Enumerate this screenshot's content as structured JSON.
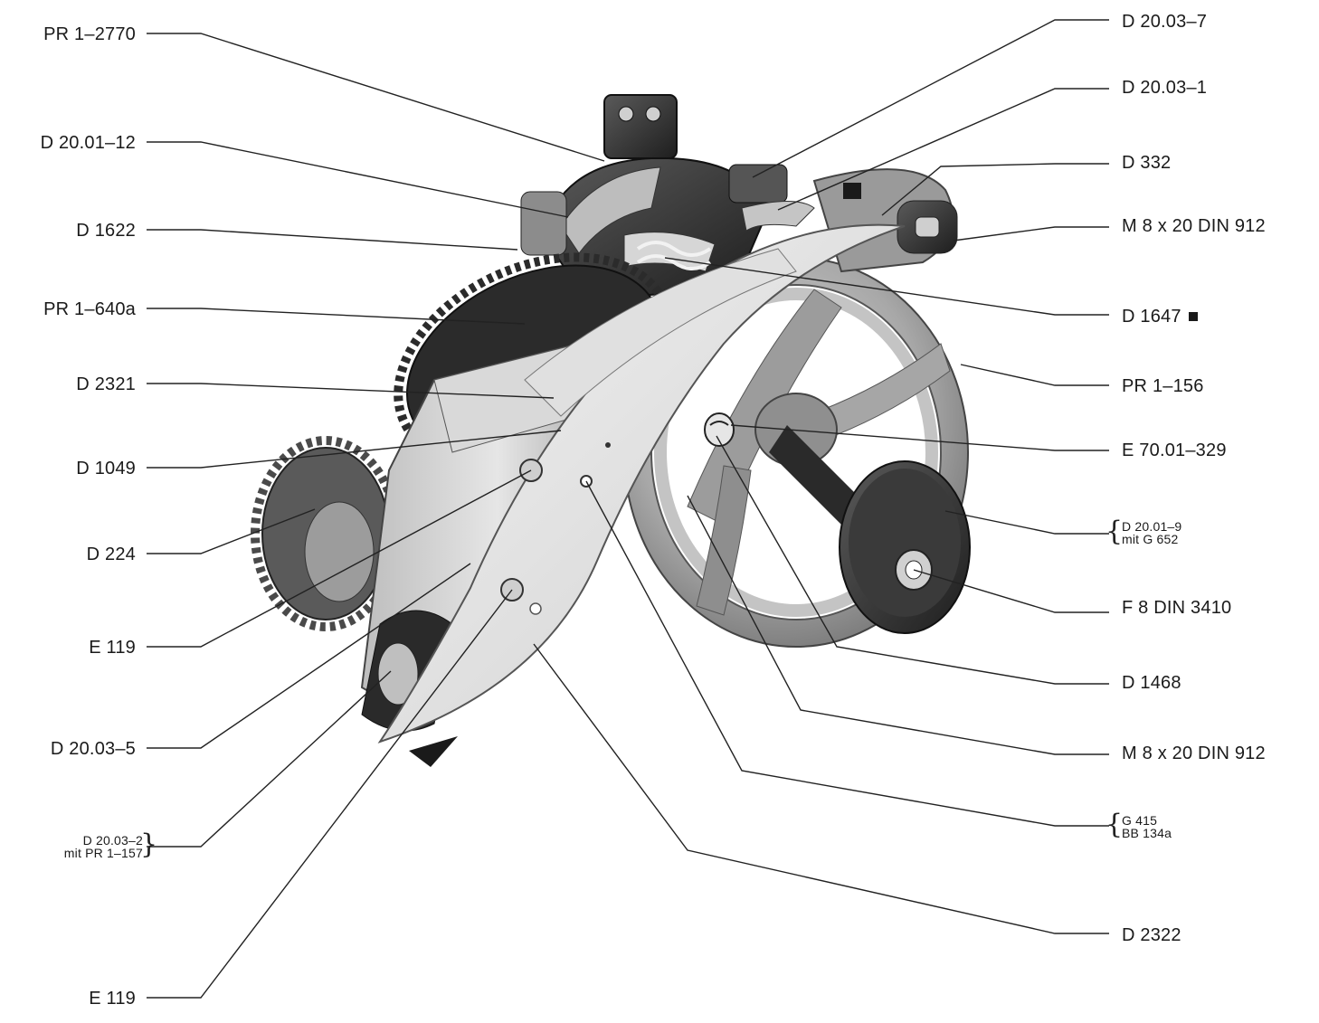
{
  "figure": {
    "labels_left": [
      {
        "id": "pr-1-2770",
        "text": "PR 1–2770"
      },
      {
        "id": "d-20-01-12",
        "text": "D 20.01–12"
      },
      {
        "id": "d-1622",
        "text": "D 1622"
      },
      {
        "id": "pr-1-640a",
        "text": "PR 1–640a"
      },
      {
        "id": "d-2321",
        "text": "D 2321"
      },
      {
        "id": "d-1049",
        "text": "D 1049"
      },
      {
        "id": "d-224",
        "text": "D 224"
      },
      {
        "id": "e-119-a",
        "text": "E 119"
      },
      {
        "id": "d-20-03-5",
        "text": "D 20.03–5"
      },
      {
        "id": "d-20-03-2",
        "line1": "D 20.03–2",
        "line2": "mit PR 1–157"
      },
      {
        "id": "e-119-b",
        "text": "E 119"
      }
    ],
    "labels_right": [
      {
        "id": "d-20-03-7",
        "text": "D 20.03–7"
      },
      {
        "id": "d-20-03-1",
        "text": "D 20.03–1"
      },
      {
        "id": "d-332",
        "text": "D 332"
      },
      {
        "id": "m-8x20-a",
        "text": "M 8 x 20 DIN 912"
      },
      {
        "id": "d-1647",
        "text": "D 1647"
      },
      {
        "id": "pr-1-156",
        "text": "PR 1–156"
      },
      {
        "id": "e-70-01-329",
        "text": "E 70.01–329"
      },
      {
        "id": "d-20-01-9",
        "line1": "D 20.01–9",
        "line2": "mit G 652"
      },
      {
        "id": "f-8-din-3410",
        "text": "F 8 DIN 3410"
      },
      {
        "id": "d-1468",
        "text": "D 1468"
      },
      {
        "id": "m-8x20-b",
        "text": "M 8 x 20 DIN 912"
      },
      {
        "id": "g-415",
        "line1": "G 415",
        "line2": "BB 134a"
      },
      {
        "id": "d-2322",
        "text": "D 2322"
      }
    ]
  }
}
